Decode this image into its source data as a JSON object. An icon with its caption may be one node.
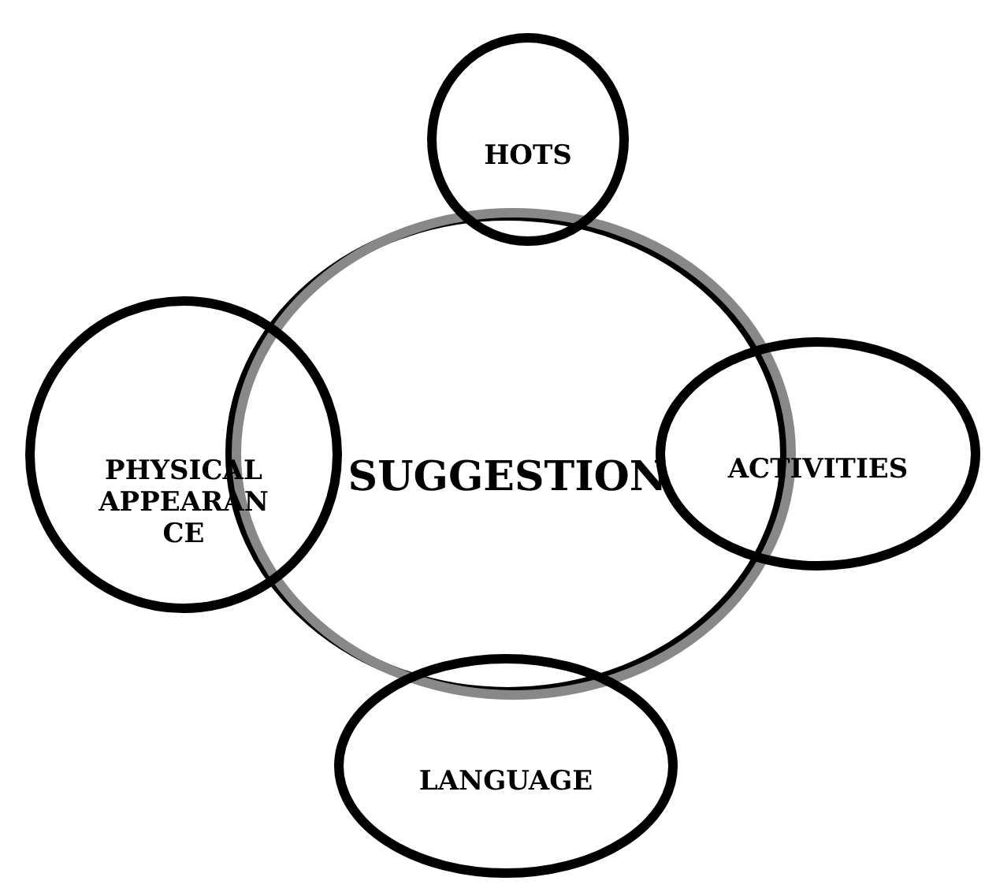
{
  "diagram": {
    "nodes": [
      {
        "text": [
          "SUGGESTION"
        ]
      },
      {
        "text": [
          "HOTS"
        ]
      },
      {
        "text": [
          "PHYSICAL APPEARAN CE"
        ]
      },
      {
        "text": [
          "ACTIVITIES"
        ]
      },
      {
        "text": [
          "LANGUAGE"
        ]
      }
    ],
    "edges": []
  }
}
